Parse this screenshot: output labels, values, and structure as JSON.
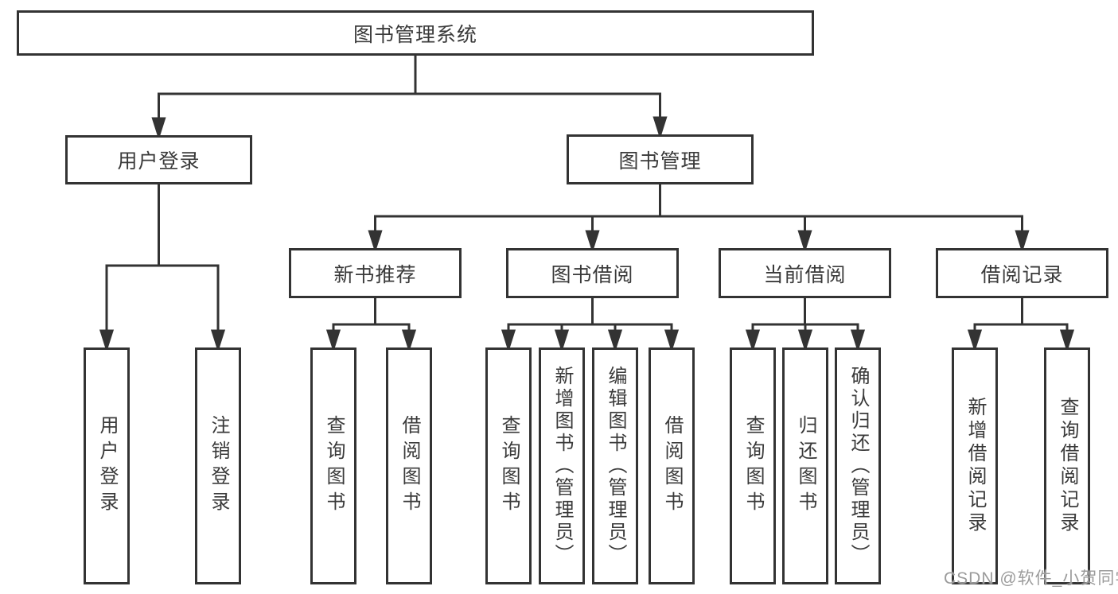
{
  "tree": {
    "root": {
      "label": "图书管理系统"
    },
    "branches": [
      {
        "label": "用户登录",
        "children": [
          {
            "label": "用户登录"
          },
          {
            "label": "注销登录"
          }
        ]
      },
      {
        "label": "图书管理",
        "children": [
          {
            "label": "新书推荐",
            "children": [
              {
                "label": "查询图书"
              },
              {
                "label": "借阅图书"
              }
            ]
          },
          {
            "label": "图书借阅",
            "children": [
              {
                "label": "查询图书"
              },
              {
                "label": "新增图书（管理员）"
              },
              {
                "label": "编辑图书（管理员）"
              },
              {
                "label": "借阅图书"
              }
            ]
          },
          {
            "label": "当前借阅",
            "children": [
              {
                "label": "查询图书"
              },
              {
                "label": "归还图书"
              },
              {
                "label": "确认归还（管理员）"
              }
            ]
          },
          {
            "label": "借阅记录",
            "children": [
              {
                "label": "新增借阅记录"
              },
              {
                "label": "查询借阅记录"
              }
            ]
          }
        ]
      }
    ]
  },
  "watermark": "CSDN @软件_小贺同学",
  "colors": {
    "line": "#333333",
    "text": "#3a3a3a",
    "background": "#ffffff",
    "watermark": "#9b9b9b"
  }
}
